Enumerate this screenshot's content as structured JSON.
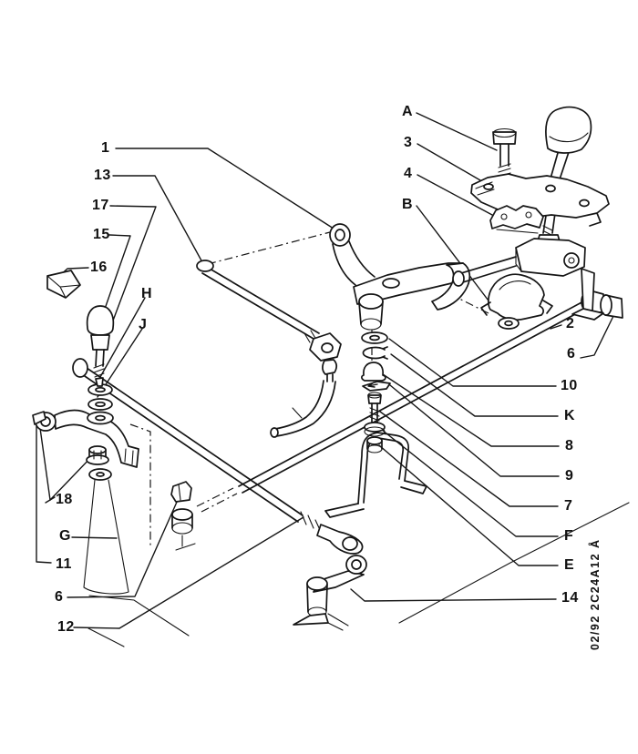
{
  "figure": {
    "kind": "exploded-parts-diagram",
    "subject": "gear shift control linkage",
    "code_stamp": "02/92  2C24A12 Å"
  },
  "colors": {
    "paper": "#ffffff",
    "ink": "#151515"
  },
  "callouts": [
    {
      "id": "1",
      "label": "1"
    },
    {
      "id": "13",
      "label": "13"
    },
    {
      "id": "17",
      "label": "17"
    },
    {
      "id": "15",
      "label": "15"
    },
    {
      "id": "16",
      "label": "16"
    },
    {
      "id": "H",
      "label": "H"
    },
    {
      "id": "J",
      "label": "J"
    },
    {
      "id": "A",
      "label": "A"
    },
    {
      "id": "3",
      "label": "3"
    },
    {
      "id": "4",
      "label": "4"
    },
    {
      "id": "B",
      "label": "B"
    },
    {
      "id": "2",
      "label": "2"
    },
    {
      "id": "6-right",
      "label": "6"
    },
    {
      "id": "10",
      "label": "10"
    },
    {
      "id": "K",
      "label": "K"
    },
    {
      "id": "8",
      "label": "8"
    },
    {
      "id": "9",
      "label": "9"
    },
    {
      "id": "7",
      "label": "7"
    },
    {
      "id": "F",
      "label": "F"
    },
    {
      "id": "E",
      "label": "E"
    },
    {
      "id": "14",
      "label": "14"
    },
    {
      "id": "18",
      "label": "18"
    },
    {
      "id": "G",
      "label": "G"
    },
    {
      "id": "11",
      "label": "11"
    },
    {
      "id": "6-left",
      "label": "6"
    },
    {
      "id": "12",
      "label": "12"
    }
  ]
}
